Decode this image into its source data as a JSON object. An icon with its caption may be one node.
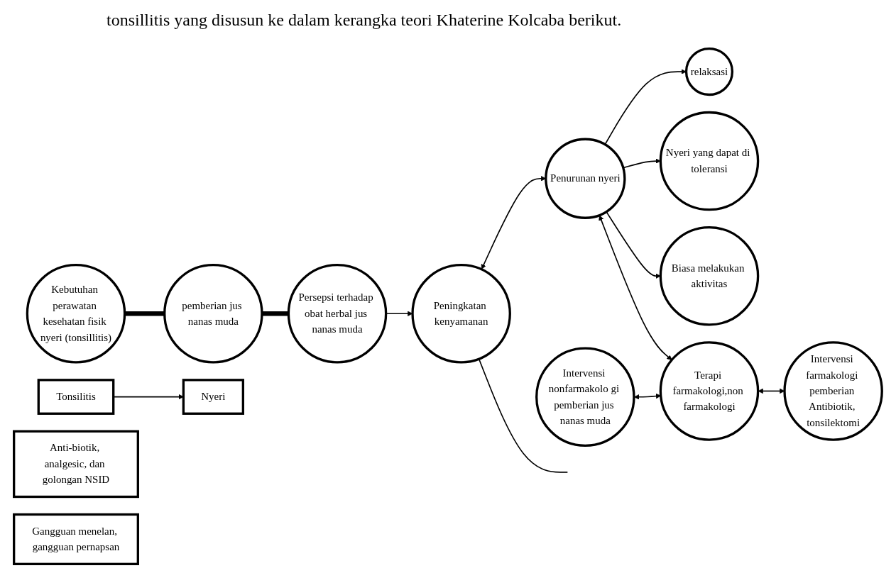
{
  "diagram": {
    "nodes": [
      {
        "text": [
          "Kebutuhan perawatan kesehatan fisik nyeri (tonsillitis)"
        ]
      },
      {
        "text": [
          "pemberian jus nanas muda"
        ]
      },
      {
        "text": [
          "Persepsi terhadap obat herbal jus nanas muda"
        ]
      },
      {
        "text": [
          "Peningkatan kenyamanan"
        ]
      },
      {
        "text": [
          "Penurunan nyeri"
        ]
      },
      {
        "text": [
          "Intervensi nonfarmakolo gi pemberian jus nanas muda"
        ]
      },
      {
        "text": [
          "Terapi farmakologi,non farmakologi"
        ]
      },
      {
        "text": [
          "relaksasi"
        ]
      },
      {
        "text": [
          "Nyeri yang dapat di toleransi"
        ]
      },
      {
        "text": [
          "Biasa melakukan aktivitas"
        ]
      },
      {
        "text": [
          "Intervensi farmakologi pemberian Antibiotik, tonsilektomi"
        ]
      },
      {
        "text": [
          "Tonsilitis"
        ]
      },
      {
        "text": [
          "Anti-biotik, analgesic, dan golongan NSID"
        ]
      },
      {
        "text": [
          "Nyeri"
        ]
      },
      {
        "text": [
          "Gangguan menelan, gangguan pernapsan"
        ]
      }
    ],
    "edges": [
      {
        "from": 0,
        "to": 1,
        "arrow": "none",
        "style": "thick"
      },
      {
        "from": 1,
        "to": 2,
        "arrow": "none",
        "style": "thick"
      },
      {
        "from": 2,
        "to": 3,
        "arrow": "to"
      },
      {
        "from": 3,
        "to": 4,
        "arrow": "both"
      },
      {
        "from": 4,
        "to": 7,
        "arrow": "to"
      },
      {
        "from": 4,
        "to": 8,
        "arrow": "to"
      },
      {
        "from": 4,
        "to": 9,
        "arrow": "to"
      },
      {
        "from": 4,
        "to": 6,
        "arrow": "both"
      },
      {
        "from": 5,
        "to": 6,
        "arrow": "both"
      },
      {
        "from": 6,
        "to": 10,
        "arrow": "both"
      },
      {
        "from": 11,
        "to": 13,
        "arrow": "to"
      },
      {
        "from": 3,
        "to": null,
        "arrow": "none"
      }
    ],
    "labels": [
      "tonsillitis yang disusun ke dalam kerangka teori Khaterine Kolcaba berikut."
    ]
  }
}
